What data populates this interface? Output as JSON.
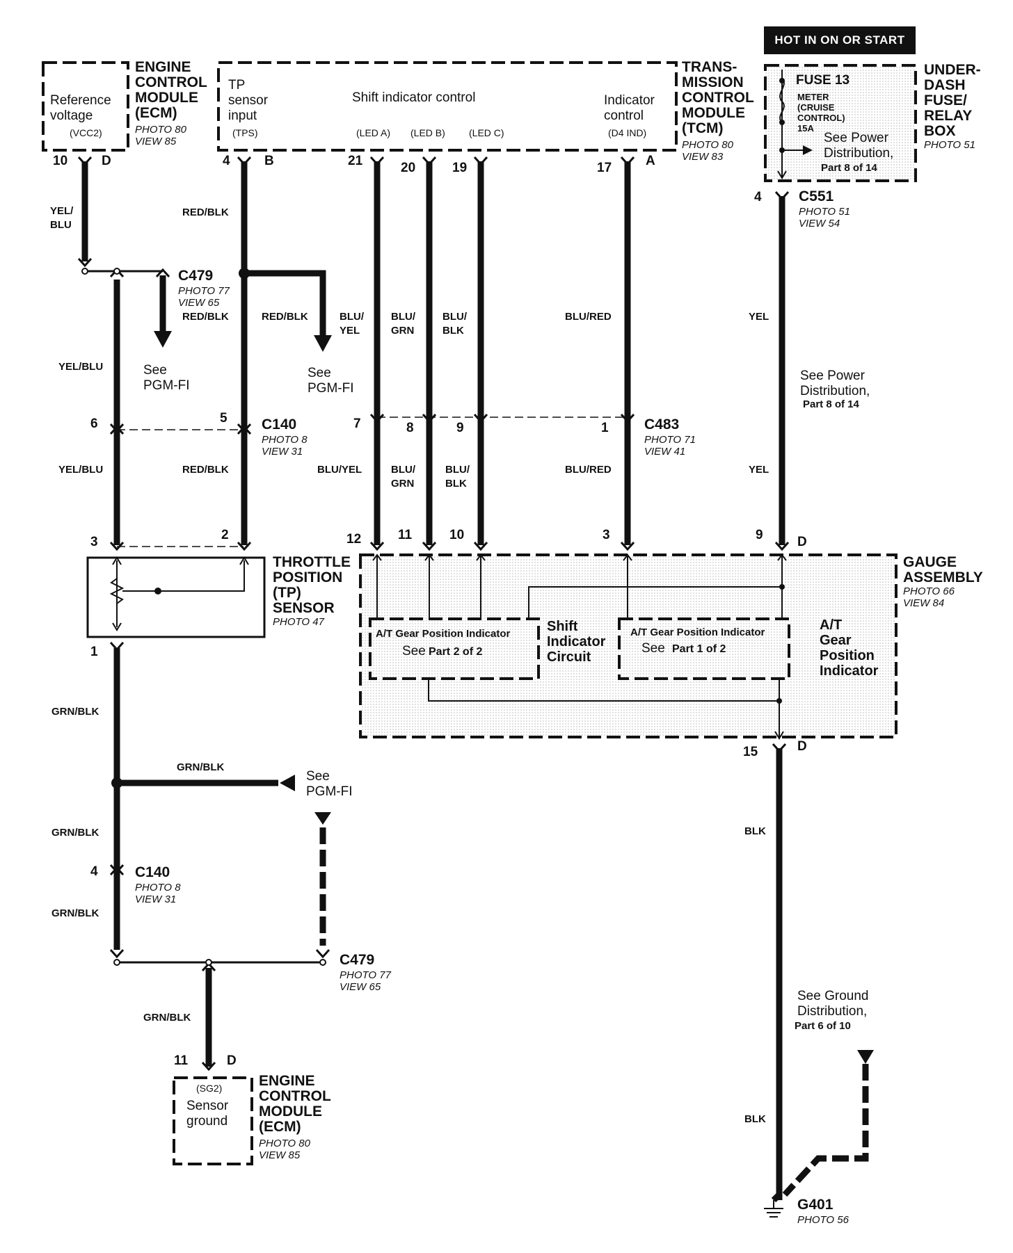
{
  "banner": "HOT IN ON OR START",
  "modules": {
    "ecm_top": {
      "title": "ENGINE\nCONTROL\nMODULE\n(ECM)",
      "photo": "PHOTO 80\nVIEW 85",
      "inner": "Reference\nvoltage",
      "code": "(VCC2)"
    },
    "tcm": {
      "title": "TRANS-\nMISSION\nCONTROL\nMODULE\n(TCM)",
      "photo": "PHOTO 80\nVIEW 83",
      "tp_label": "TP\nsensor\ninput",
      "tp_code": "(TPS)",
      "shift_label": "Shift indicator control",
      "led_a": "(LED A)",
      "led_b": "(LED B)",
      "led_c": "(LED C)",
      "ind_label": "Indicator\ncontrol",
      "ind_code": "(D4 IND)"
    },
    "fuse_box": {
      "title": "UNDER-\nDASH\nFUSE/\nRELAY\nBOX",
      "photo": "PHOTO 51",
      "fuse": "FUSE 13",
      "fuse_desc": "METER\n(CRUISE\nCONTROL)\n15A",
      "see1": "See Power",
      "see2": "Distribution,",
      "see3": "Part 8 of 14"
    },
    "tp_sensor": {
      "title": "THROTTLE\nPOSITION\n(TP)\nSENSOR",
      "photo": "PHOTO 47"
    },
    "gauge": {
      "title": "GAUGE\nASSEMBLY",
      "photo": "PHOTO 66\nVIEW 84",
      "sub1_title": "A/T Gear Position Indicator",
      "sub1_see": "See",
      "sub1_part": "Part 2 of 2",
      "sub1_side": "Shift\nIndicator\nCircuit",
      "sub2_title": "A/T Gear Position Indicator",
      "sub2_see": "See",
      "sub2_part": "Part 1 of 2",
      "sub2_side": "A/T\nGear\nPosition\nIndicator"
    },
    "ecm_bottom": {
      "title": "ENGINE\nCONTROL\nMODULE\n(ECM)",
      "photo": "PHOTO 80\nVIEW 85",
      "code": "(SG2)",
      "inner": "Sensor\nground"
    }
  },
  "connectors": {
    "c551": {
      "name": "C551",
      "photo": "PHOTO 51\nVIEW 54"
    },
    "c479_top": {
      "name": "C479",
      "photo": "PHOTO 77\nVIEW 65"
    },
    "c140_top": {
      "name": "C140",
      "photo": "PHOTO 8\nVIEW 31"
    },
    "c483": {
      "name": "C483",
      "photo": "PHOTO 71\nVIEW 41"
    },
    "c140_bottom": {
      "name": "C140",
      "photo": "PHOTO 8\nVIEW 31"
    },
    "c479_bottom": {
      "name": "C479",
      "photo": "PHOTO 77\nVIEW 65"
    },
    "g401": {
      "name": "G401",
      "photo": "PHOTO 56"
    }
  },
  "pins": {
    "ecm_10": "10",
    "ecm_d": "D",
    "tcm_4": "4",
    "tcm_b": "B",
    "tcm_21": "21",
    "tcm_20": "20",
    "tcm_19": "19",
    "tcm_17": "17",
    "tcm_a": "A",
    "c551_4": "4",
    "c140_6": "6",
    "c140_5": "5",
    "c483_7": "7",
    "c483_8": "8",
    "c483_9": "9",
    "c483_1": "1",
    "tp_3": "3",
    "tp_2": "2",
    "g_12": "12",
    "g_11": "11",
    "g_10": "10",
    "g_3": "3",
    "g_9": "9",
    "g_d": "D",
    "tp_1": "1",
    "g_15": "15",
    "g_d2": "D",
    "c140b_4": "4",
    "ecmb_11": "11",
    "ecmb_d": "D"
  },
  "wire_labels": {
    "yel_blu_1": "YEL/\nBLU",
    "red_blk_1": "RED/BLK",
    "red_blk_2": "RED/BLK",
    "red_blk_3": "RED/BLK",
    "blu_yel_1": "BLU/\nYEL",
    "blu_grn_1": "BLU/\nGRN",
    "blu_blk_1": "BLU/\nBLK",
    "blu_red_1": "BLU/RED",
    "yel_1": "YEL",
    "yel_blu_2": "YEL/BLU",
    "yel_blu_3": "YEL/BLU",
    "red_blk_4": "RED/BLK",
    "blu_yel_2": "BLU/YEL",
    "blu_grn_2": "BLU/\nGRN",
    "blu_blk_2": "BLU/\nBLK",
    "blu_red_2": "BLU/RED",
    "yel_2": "YEL",
    "grn_blk_1": "GRN/BLK",
    "grn_blk_2": "GRN/BLK",
    "grn_blk_3": "GRN/BLK",
    "grn_blk_4": "GRN/BLK",
    "grn_blk_5": "GRN/BLK",
    "blk_1": "BLK",
    "blk_2": "BLK"
  },
  "references": {
    "see_pgmfi_1": "See\nPGM-FI",
    "see_pgmfi_2": "See\nPGM-FI",
    "see_pgmfi_3": "See\nPGM-FI",
    "power_dist_1": "See Power",
    "power_dist_2": "Distribution,",
    "power_dist_3": "Part 8 of 14",
    "ground_dist_1": "See Ground",
    "ground_dist_2": "Distribution,",
    "ground_dist_3": "Part 6 of 10"
  }
}
